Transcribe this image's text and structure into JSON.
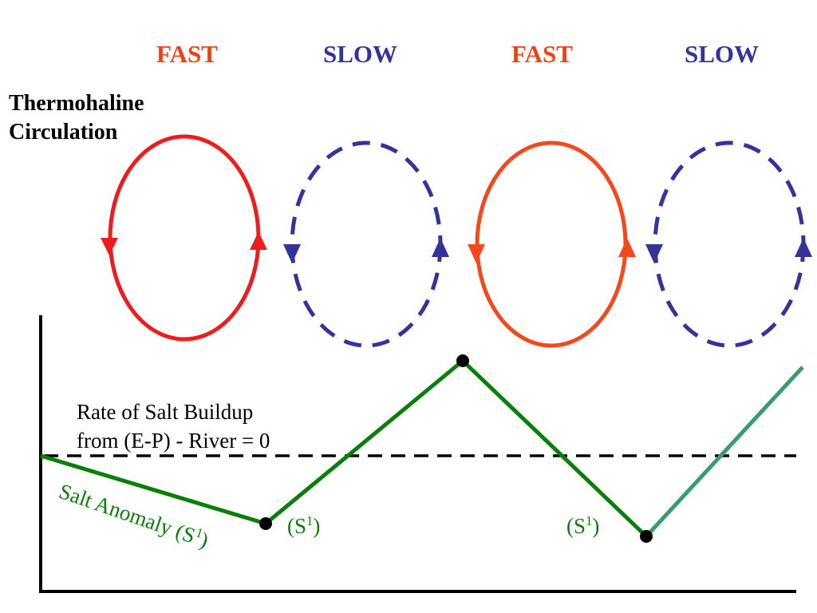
{
  "modes": [
    "FAST",
    "SLOW",
    "FAST",
    "SLOW"
  ],
  "title": {
    "line1": "Thermohaline",
    "line2": "Circulation"
  },
  "threshold_label": {
    "line1": "Rate of Salt Buildup",
    "line2": "from (E-P) - River = 0"
  },
  "anomaly_label": {
    "text": "Salt Anomaly (S",
    "sup": "1",
    "close": ")"
  },
  "point_labels": [
    {
      "text": "(S",
      "sup": "1",
      "close": ")"
    },
    {
      "text": "(S",
      "sup": "1",
      "close": ")"
    }
  ],
  "colors": {
    "fast": "#f04015",
    "fast_loop_1": "#ee1c1c",
    "fast_loop_2": "#f24a1e",
    "slow": "#333399",
    "anomaly_line": "#0a7d0a",
    "anomaly_line_last": "#3a9c6a",
    "axis": "#000000"
  }
}
